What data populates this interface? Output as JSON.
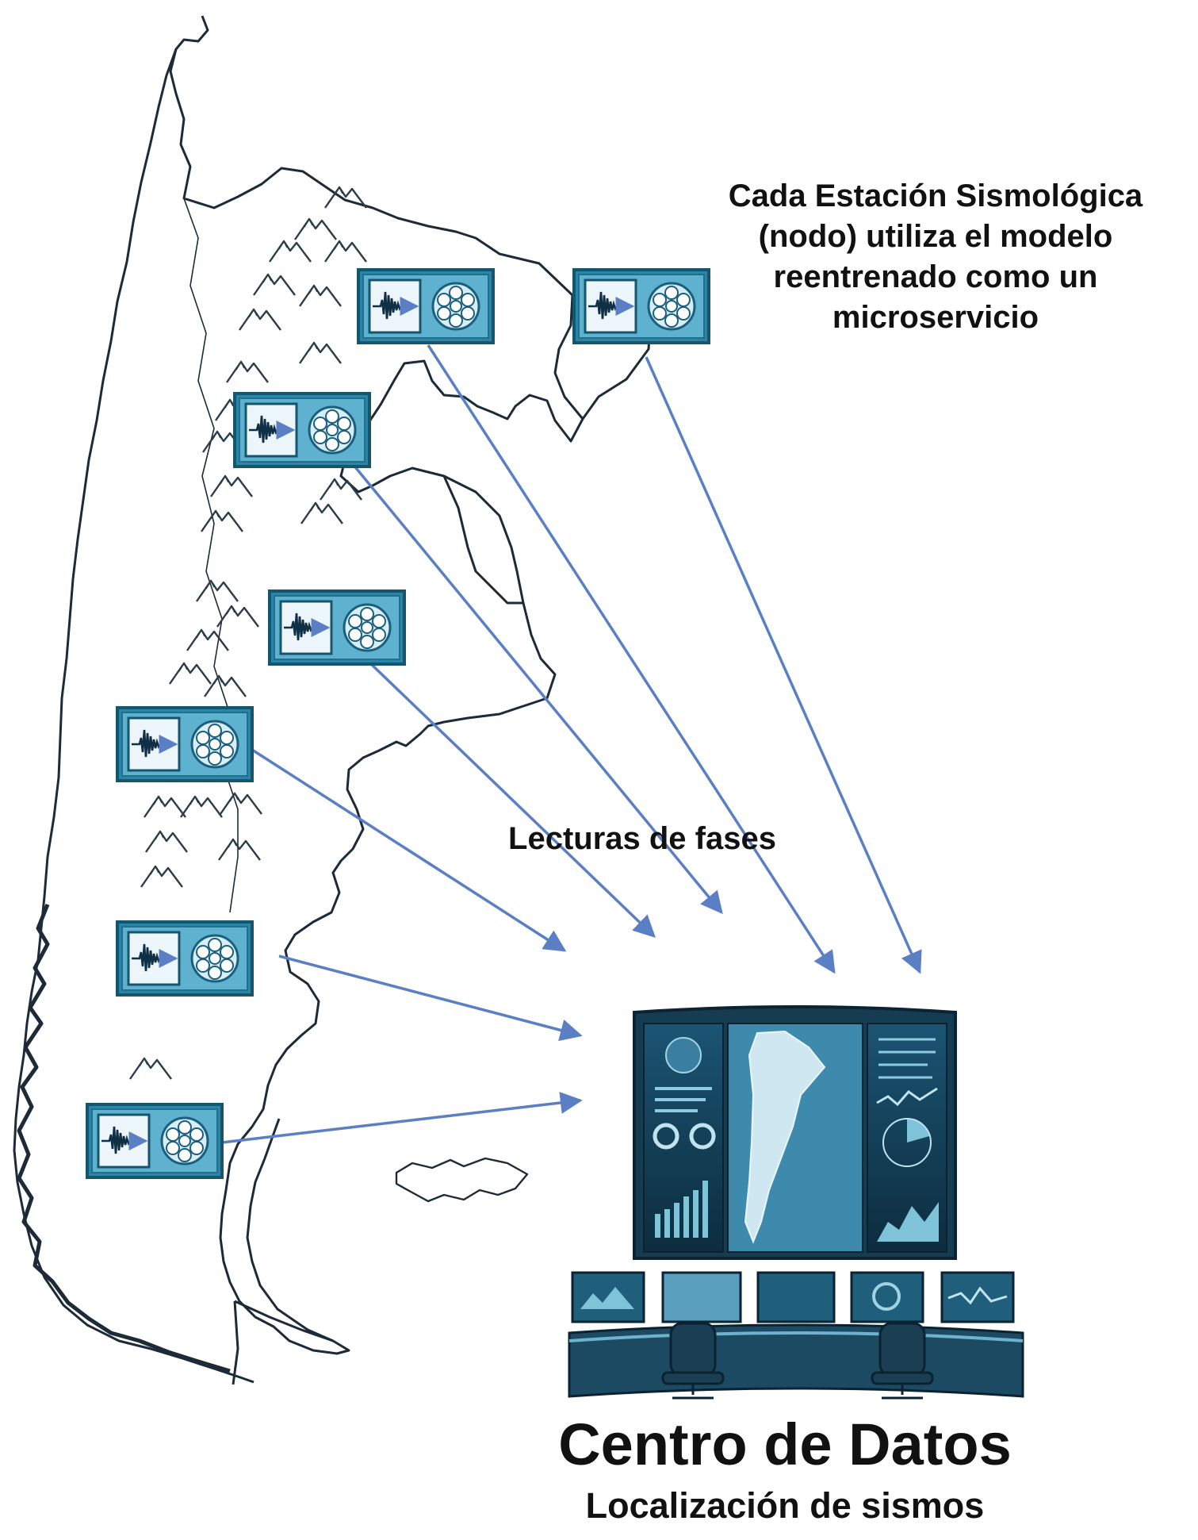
{
  "colors": {
    "arrow": "#5b7fc4",
    "map_outline": "#1d2b38",
    "mountains": "#2c3d4a",
    "station_frame": "#2a85a6",
    "station_fill": "#57aac8",
    "screen_dark": "#0f3347",
    "screen_mid": "#2b6f8d",
    "screen_light": "#7fc3d9",
    "console": "#1c4a63"
  },
  "note": {
    "lines": [
      "Cada Estación Sismológica",
      "(nodo) utiliza el modelo",
      "reentrenado como un",
      "microservicio"
    ]
  },
  "phase_label": "Lecturas de fases",
  "center": {
    "title": "Centro de Datos",
    "subtitle": "Localización de sismos"
  },
  "stations": [
    {
      "id": "station-1",
      "waveform_icon": "seismogram-icon",
      "model_icon": "neural-network-icon"
    },
    {
      "id": "station-2",
      "waveform_icon": "seismogram-icon",
      "model_icon": "neural-network-icon"
    },
    {
      "id": "station-3",
      "waveform_icon": "seismogram-icon",
      "model_icon": "neural-network-icon"
    },
    {
      "id": "station-4",
      "waveform_icon": "seismogram-icon",
      "model_icon": "neural-network-icon"
    },
    {
      "id": "station-5",
      "waveform_icon": "seismogram-icon",
      "model_icon": "neural-network-icon"
    },
    {
      "id": "station-6",
      "waveform_icon": "seismogram-icon",
      "model_icon": "neural-network-icon"
    },
    {
      "id": "station-7",
      "waveform_icon": "seismogram-icon",
      "model_icon": "neural-network-icon"
    }
  ],
  "data_center_icon": "control-room-icon",
  "map_icon": "argentina-map-outline"
}
